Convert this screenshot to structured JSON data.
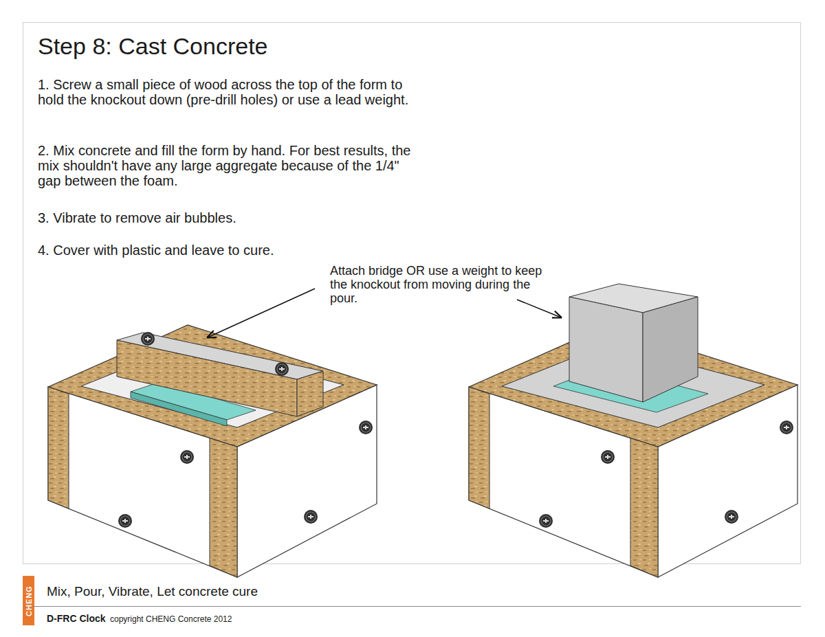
{
  "diagram": {
    "title": "Step 8: Cast Concrete",
    "caption": "Mix, Pour, Vibrate, Let concrete cure",
    "labels": [
      "1. Screw a small piece of wood across the top of the form to hold the knockout down (pre-drill holes) or use a lead weight.",
      "2. Mix concrete and fill the form by hand. For best results, the mix shouldn't have any large aggregate because of the 1/4\" gap between the foam.",
      "3. Vibrate to remove air bubbles.",
      "4. Cover with plastic and leave to cure.",
      "Attach bridge OR use a weight to keep the knockout from moving during the pour.",
      "CHENG",
      "D-FRC Clock",
      "copyright CHENG Concrete 2012"
    ]
  }
}
